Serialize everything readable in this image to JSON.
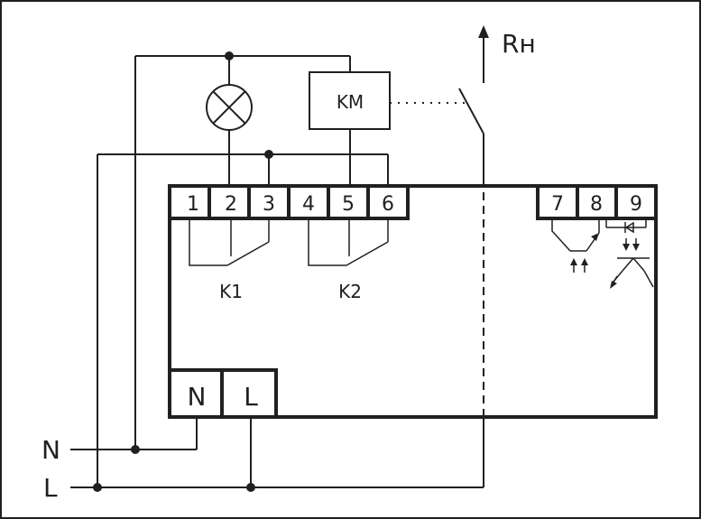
{
  "terminals_top": [
    "1",
    "2",
    "3",
    "4",
    "5",
    "6"
  ],
  "terminals_right": [
    "7",
    "8",
    "9"
  ],
  "terminals_bottom": [
    "N",
    "L"
  ],
  "contactor_label": "KM",
  "relay_labels": [
    "K1",
    "K2"
  ],
  "load_label": "Rн",
  "line_labels": {
    "neutral": "N",
    "live": "L"
  },
  "colors": {
    "ink": "#231f20",
    "background": "#ffffff"
  }
}
